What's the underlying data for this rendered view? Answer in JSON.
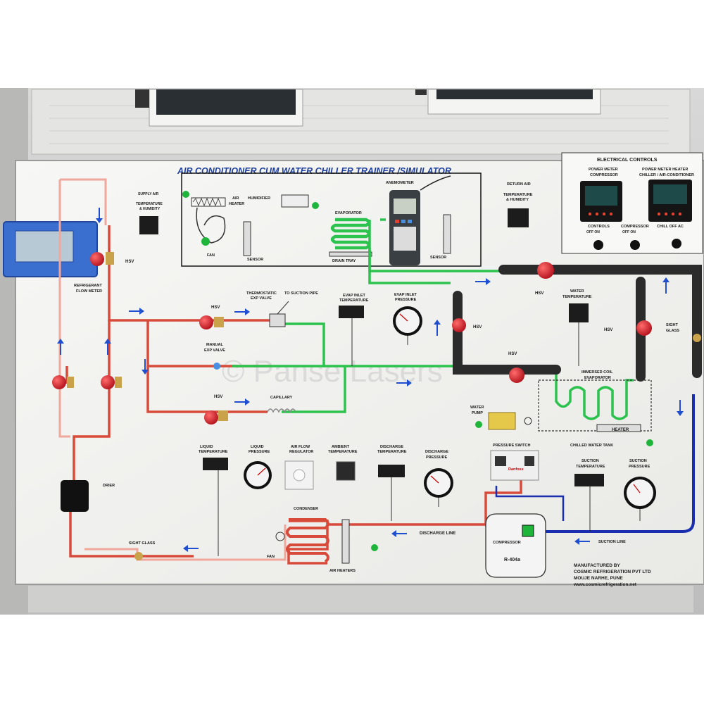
{
  "panel": {
    "title": "AIR CONDITIONER CUM WATER CHILLER TRAINER /SIMULATOR",
    "watermark": "© Panse Lasers",
    "refrigerant": "R-404a",
    "manufacturer": {
      "line1": "MANUFACTURED BY",
      "line2": "COSMIC REFRIGERATION PVT LTD",
      "line3": "MOUJE NARHE, PUNE",
      "line4": "www.cosmicrefrigeration.net"
    }
  },
  "electrical_controls": {
    "title": "ELECTRICAL CONTROLS",
    "meter1_title_1": "POWER METER",
    "meter1_title_2": "COMPRESSOR",
    "meter2_title_1": "POWER METER HEATER",
    "meter2_title_2": "CHILLER / AIR-CONDITIONER",
    "switch1": "CONTROLS",
    "switch1_state": "OFF   ON",
    "switch2": "COMPRESSOR",
    "switch2_state": "OFF   ON",
    "switch3": "CHILL OFF AC"
  },
  "labels": {
    "supply_air_1": "SUPPLY AIR",
    "supply_air_2": "TEMPERATURE",
    "supply_air_3": "& HUMIDITY",
    "air_heater_1": "AIR",
    "air_heater_2": "HEATER",
    "humidifier": "HUMIDIFIER",
    "anemometer": "ANEMOMETER",
    "evaporator": "EVAPORATOR",
    "drain_tray": "DRAIN TRAY",
    "fan": "FAN",
    "sensor_left": "SENSOR",
    "sensor_right": "SENSOR",
    "return_air_1": "RETURN AIR",
    "return_air_2": "TEMPERATURE",
    "return_air_3": "& HUMIDITY",
    "refrigerant_flow_1": "REFRIGERANT",
    "refrigerant_flow_2": "FLOW METER",
    "hsv_left": "HSV",
    "hsv_tev": "HSV",
    "hsv_cap": "HSV",
    "hsv_mid": "HSV",
    "hsv_bottom_mid": "HSV",
    "hsv_top_right": "HSV",
    "hsv_right": "HSV",
    "thermostatic_1": "THERMOSTATIC",
    "thermostatic_2": "EXP VALVE",
    "to_suction": "TO SUCTION PIPE",
    "evap_inlet_temp_1": "EVAP INLET",
    "evap_inlet_temp_2": "TEMPERATURE",
    "evap_inlet_press_1": "EVAP INLET",
    "evap_inlet_press_2": "PRESSURE",
    "manual_1": "MANUAL",
    "manual_2": "EXP VALVE",
    "capillary": "CAPILLARY",
    "water_temp_1": "WATER",
    "water_temp_2": "TEMPERATURE",
    "sight_glass_right_1": "SIGHT",
    "sight_glass_right_2": "GLASS",
    "immersed_1": "IMMERSED COIL",
    "immersed_2": "EVAPORATOR",
    "water_pump_1": "WATER",
    "water_pump_2": "PUMP",
    "heater": "HEATER",
    "chilled_tank": "CHILLED WATER TANK",
    "liquid_temp_1": "LIQUID",
    "liquid_temp_2": "TEMPERATURE",
    "liquid_press_1": "LIQUID",
    "liquid_press_2": "PRESSURE",
    "air_flow_1": "AIR FLOW",
    "air_flow_2": "REGULATOR",
    "ambient_1": "AMBIENT",
    "ambient_2": "TEMPERATURE",
    "discharge_temp_1": "DISCHARGE",
    "discharge_temp_2": "TEMPERATURE",
    "discharge_press_1": "DISCHARGE",
    "discharge_press_2": "PRESSURE",
    "pressure_switch": "PRESSURE SWITCH",
    "pressure_switch_brand": "Danfoss",
    "suction_temp_1": "SUCTION",
    "suction_temp_2": "TEMPERATURE",
    "suction_press_1": "SUCTION",
    "suction_press_2": "PRESSURE",
    "drier": "DRIER",
    "condenser": "CONDENSER",
    "discharge_line": "DISCHARGE LINE",
    "compressor": "COMPRESSOR",
    "suction_line": "SUCTION LINE",
    "sight_glass_bottom": "SIGHT GLASS",
    "air_heaters": "AIR HEATERS",
    "fan_cond": "FAN"
  },
  "colors": {
    "liquid_line": "#d84a3a",
    "liquid_line_light": "#f0a79c",
    "low_side_line": "#2bc24e",
    "suction_line": "#1a2fb0",
    "insulated_pipe": "#2b2b2b",
    "valve_handle": "#d4242e",
    "title_text": "#1e3f9e",
    "flow_arrow": "#1f4fd0",
    "meter_body": "#3a6fd0",
    "lcd_red": "#ff3b2a",
    "indicator_green": "#1fb53a"
  }
}
